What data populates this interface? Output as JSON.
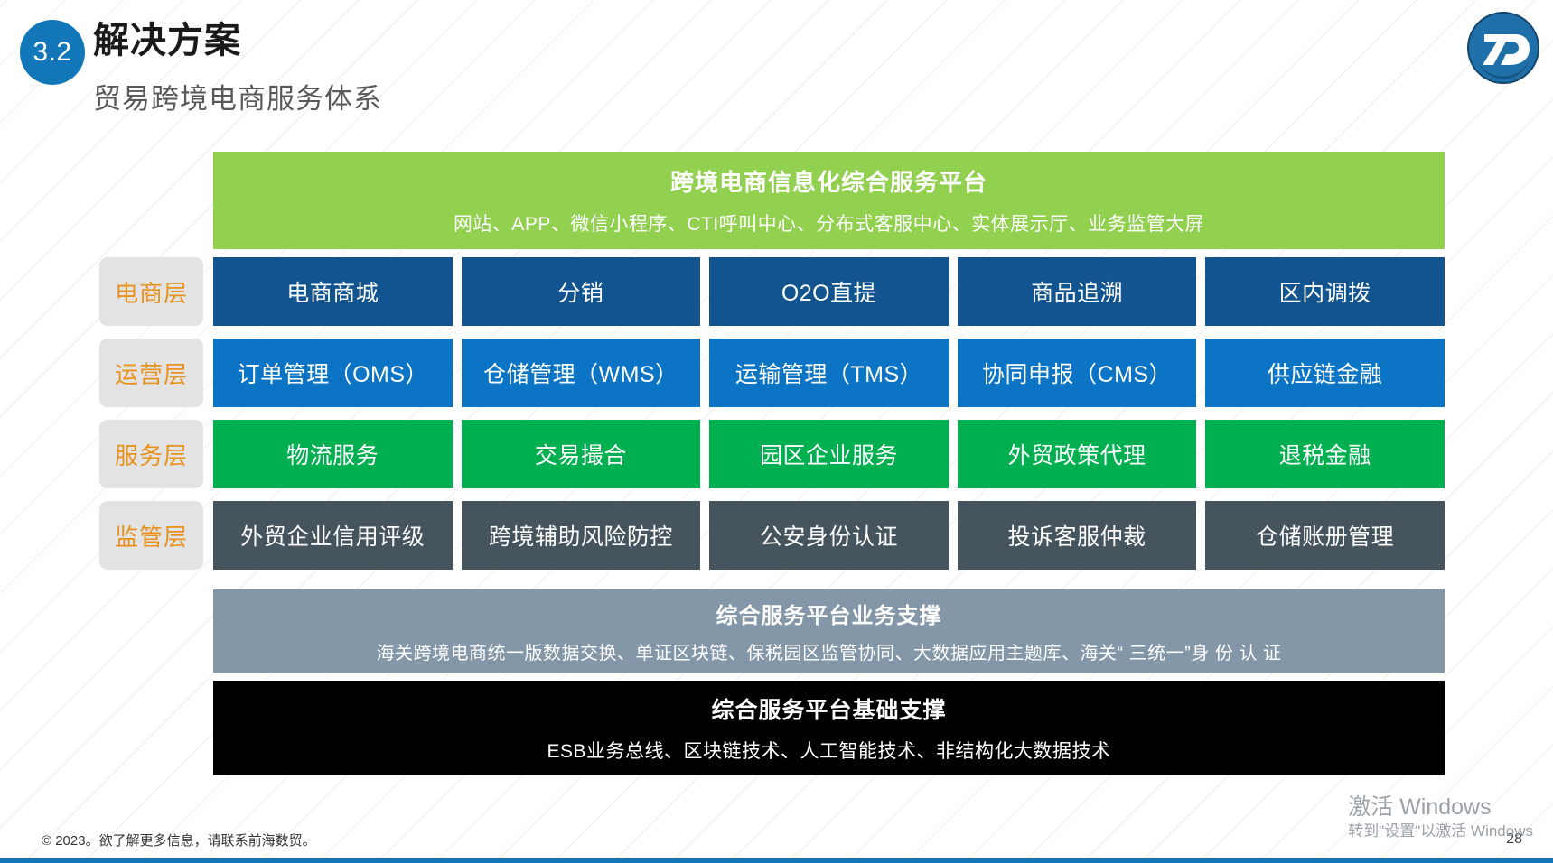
{
  "header": {
    "section_number": "3.2",
    "title": "解决方案",
    "subtitle": "贸易跨境电商服务体系",
    "logo_name": "company-logo"
  },
  "diagram": {
    "top_banner": {
      "title": "跨境电商信息化综合服务平台",
      "detail": "网站、APP、微信小程序、CTI呼叫中心、分布式客服中心、实体展示厅、业务监管大屏",
      "color": "#92d050"
    },
    "layers": [
      {
        "label": "电商层",
        "color": "#12548f",
        "cells": [
          "电商商城",
          "分销",
          "O2O直提",
          "商品追溯",
          "区内调拨"
        ]
      },
      {
        "label": "运营层",
        "color": "#0b74c4",
        "cells": [
          "订单管理（OMS）",
          "仓储管理（WMS）",
          "运输管理（TMS）",
          "协同申报（CMS）",
          "供应链金融"
        ]
      },
      {
        "label": "服务层",
        "color": "#00b050",
        "cells": [
          "物流服务",
          "交易撮合",
          "园区企业服务",
          "外贸政策代理",
          "退税金融"
        ]
      },
      {
        "label": "监管层",
        "color": "#46545e",
        "cells": [
          "外贸企业信用评级",
          "跨境辅助风险防控",
          "公安身份认证",
          "投诉客服仲裁",
          "仓储账册管理"
        ]
      }
    ],
    "business_band": {
      "title": "综合服务平台业务支撑",
      "detail": "海关跨境电商统一版数据交换、单证区块链、保税园区监管协同、大数据应用主题库、海关“ 三统一”身 份 认 证",
      "color": "#8497a8"
    },
    "base_band": {
      "title": "综合服务平台基础支撑",
      "detail": "ESB业务总线、区块链技术、人工智能技术、非结构化大数据技术",
      "color": "#000000"
    },
    "label_color": "#e8921d"
  },
  "footer": {
    "copyright": "© 2023。欲了解更多信息，请联系前海数贸。",
    "page_number": "28"
  },
  "watermark": {
    "line1": "激活 Windows",
    "line2": "转到\"设置\"以激活 Windows"
  }
}
